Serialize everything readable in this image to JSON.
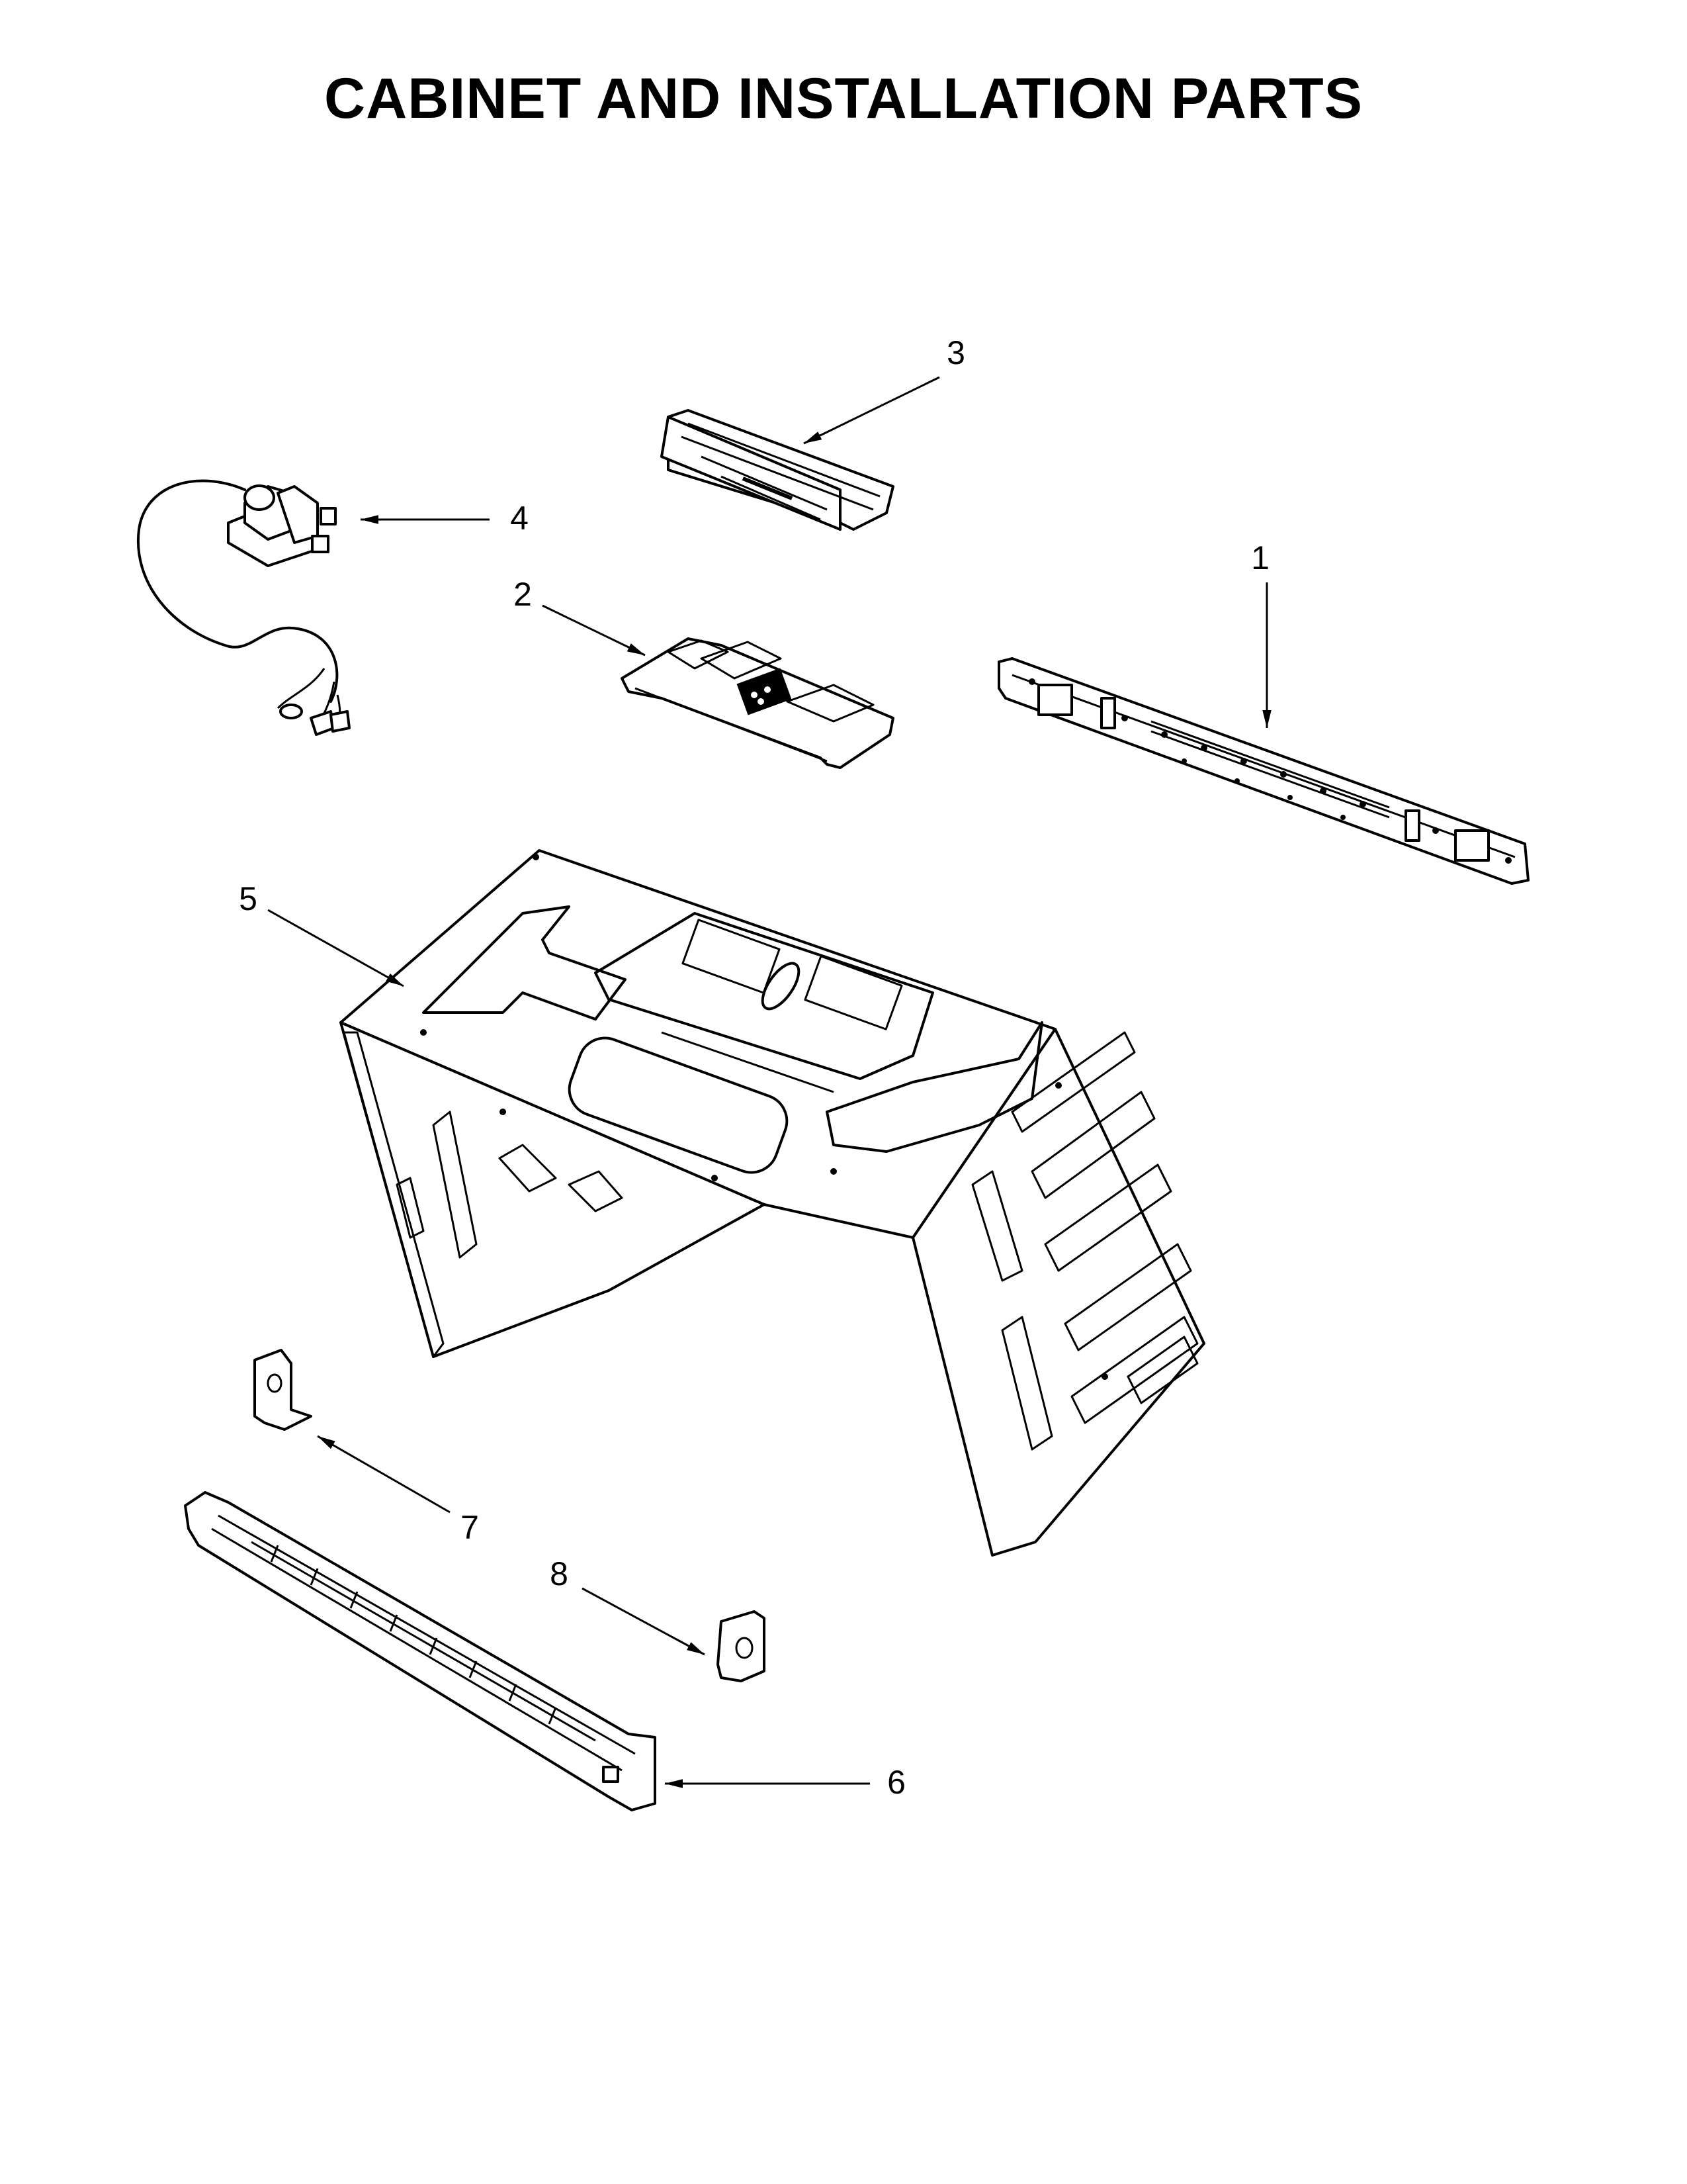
{
  "page_title": "CABINET AND INSTALLATION PARTS",
  "callouts": {
    "c1": "1",
    "c2": "2",
    "c3": "3",
    "c4": "4",
    "c5": "5",
    "c6": "6",
    "c7": "7",
    "c8": "8"
  }
}
